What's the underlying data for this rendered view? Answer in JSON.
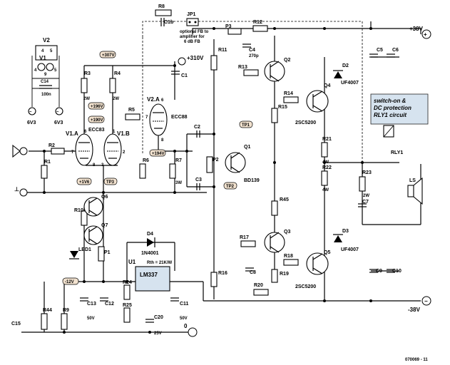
{
  "supplies": {
    "pos": "+38V",
    "neg": "-38V",
    "gnd": "0",
    "b_plus": "+310V",
    "heater_a": "6V3",
    "heater_b": "6V3",
    "tube_socket_v2": "V2",
    "tube_socket_v1": "V1"
  },
  "tubes": {
    "v1a": "V1.A",
    "v1b": "V1.B",
    "v1_type": "ECC83",
    "v2a": "V2.A",
    "v2_type": "ECC88"
  },
  "test_points": {
    "tp_307": "+307V",
    "tp_196a": "+196V",
    "tp_190": "+190V",
    "tp_194": "+194V",
    "tp_1v6": "+1V6",
    "tp_m12": "-12V",
    "tp1": "TP1",
    "tp2": "TP2",
    "tp3": "TP3"
  },
  "components": {
    "r1": "R1",
    "r2": "R2",
    "r3": "R3",
    "r4": "R4",
    "r5": "R5",
    "r6": "R6",
    "r7": "R7",
    "r8": "R8",
    "r9": "R9",
    "r10": "R10",
    "r11": "R11",
    "r12": "R12",
    "r13": "R13",
    "r14": "R14",
    "r15": "R15",
    "r16": "R16",
    "r17": "R17",
    "r18": "R18",
    "r19": "R19",
    "r20": "R20",
    "r21": "R21",
    "r22": "R22",
    "r23": "R23",
    "r24": "R24",
    "r25": "R25",
    "r44": "R44",
    "r45": "R45",
    "c1": "C1",
    "c2": "C2",
    "c3": "C3",
    "c4": "C4",
    "c5": "C5",
    "c6": "C6",
    "c7": "C7",
    "c8": "C8",
    "c9": "C9",
    "c10": "C10",
    "c11": "C11",
    "c12": "C12",
    "c13": "C13",
    "c14": "C14",
    "c15": "C15",
    "c20": "C20",
    "c1b": "C1b",
    "p1": "P1",
    "p2": "P2",
    "p3": "P3",
    "q1": "Q1",
    "q2": "Q2",
    "q3": "Q3",
    "q4": "Q4",
    "q5": "Q5",
    "q6": "Q6",
    "q7": "Q7",
    "q1_type": "BD139",
    "q4_type": "2SC5200",
    "q5_type": "2SC5200",
    "d2": "D2",
    "d3": "D3",
    "d4": "D4",
    "d2_type": "UF4007",
    "d3_type": "UF4007",
    "d4_type": "1N4001",
    "led1": "LED1",
    "u1": "U1",
    "u1_type": "LM337",
    "u1_rth": "Rth = 21K/W",
    "jp1": "JP1",
    "rly1": "RLY1",
    "ls": "LS"
  },
  "values": {
    "c14": "100n",
    "c4": "270p",
    "r3": "2W",
    "r4": "2W",
    "r7": "3W",
    "r21": "4W",
    "r22": "4W",
    "r23": "2W",
    "c13": "50V",
    "c20": "25V",
    "c11": "50V"
  },
  "pins": {
    "v2_4": "4",
    "v2_5": "5",
    "v1_4": "4",
    "v1_5": "5",
    "v1_9": "9",
    "v1a_7": "7",
    "v1a_6": "6",
    "v1a_8": "8",
    "v1b_2": "2",
    "v1b_1": "1",
    "v1b_3": "3",
    "v2a_6": "6",
    "v2a_7": "7",
    "v2a_8": "8"
  },
  "notes": {
    "jp1_l1": "optional FB to",
    "jp1_l2": "amplifier for",
    "jp1_l3": "6 dB FB",
    "prot_l1": "switch-on &",
    "prot_l2": "DC protection",
    "prot_l3": "RLY1 circuit",
    "ref": "070069 - 11"
  },
  "colors": {
    "test_point_fill": "#f2e2cf",
    "protection_box_fill": "#d6e3ef",
    "line": "#000000"
  }
}
